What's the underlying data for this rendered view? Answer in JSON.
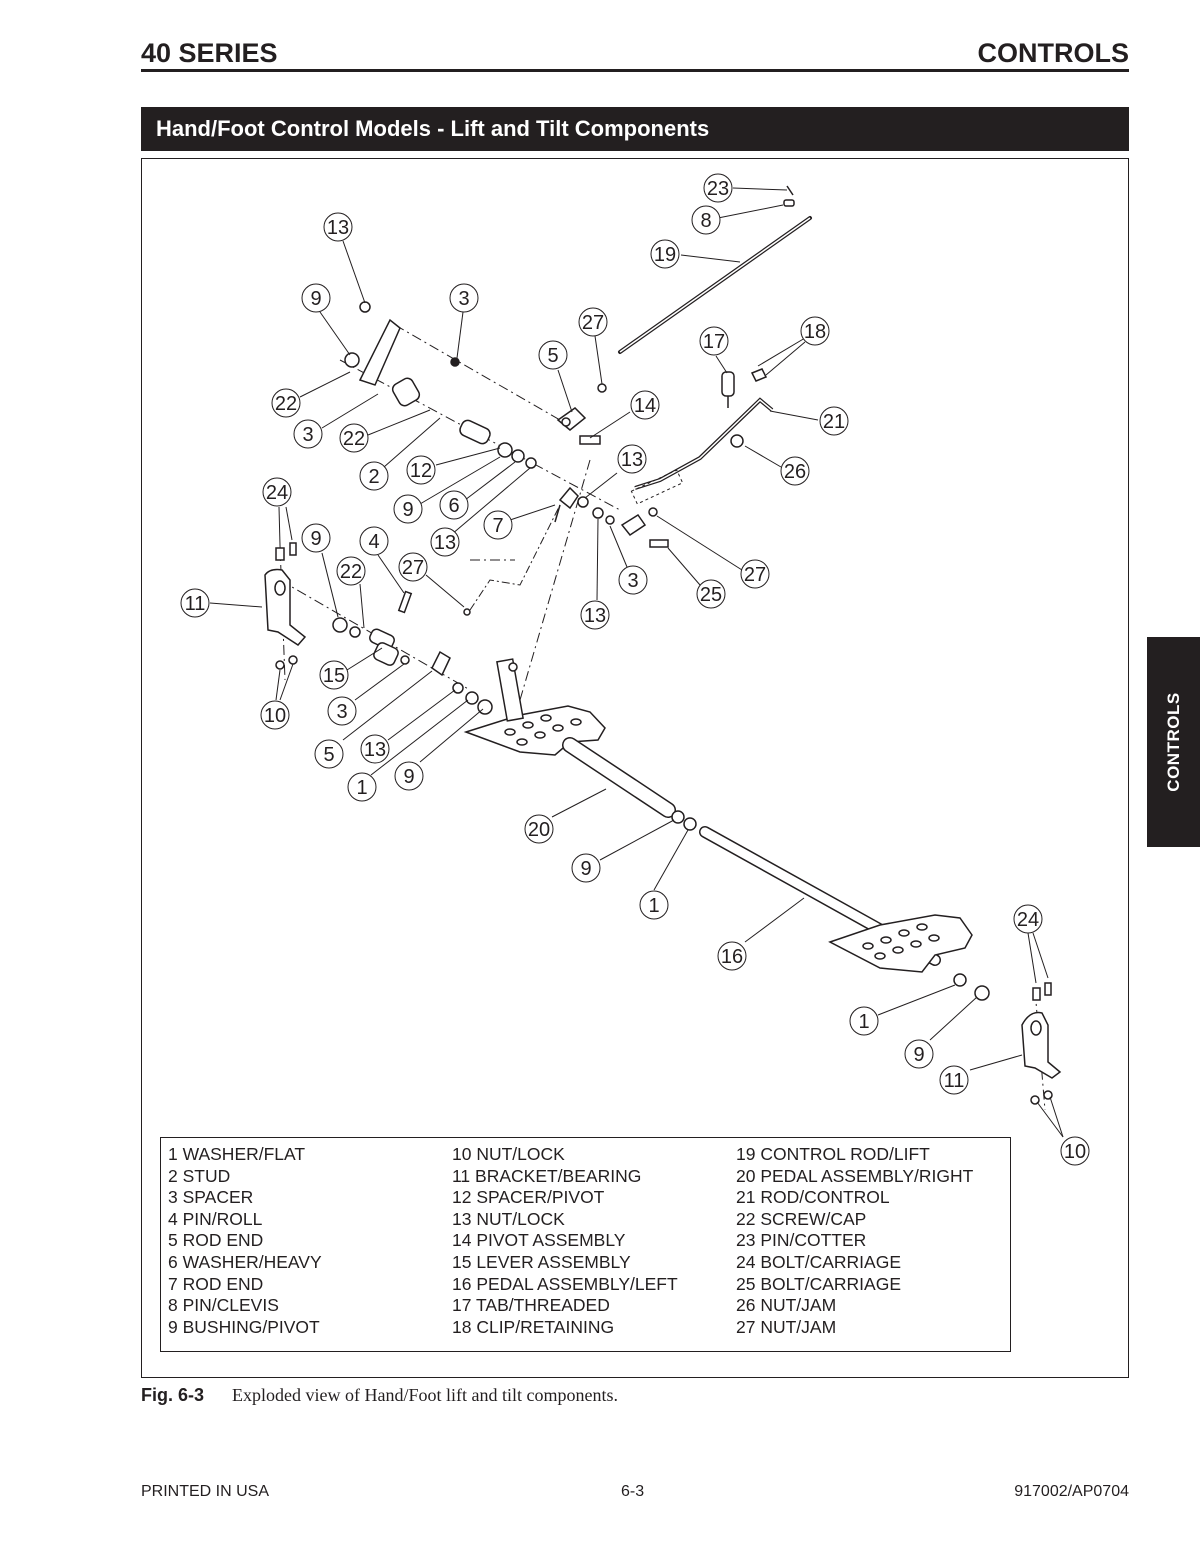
{
  "header": {
    "series": "40 SERIES",
    "section": "CONTROLS"
  },
  "title_bar": "Hand/Foot Control Models - Lift and Tilt Components",
  "callouts": [
    "23",
    "8",
    "19",
    "13",
    "9",
    "3",
    "27",
    "5",
    "17",
    "18",
    "22",
    "14",
    "3",
    "22",
    "21",
    "2",
    "12",
    "13",
    "26",
    "24",
    "9",
    "6",
    "7",
    "9",
    "4",
    "13",
    "22",
    "27",
    "3",
    "27",
    "11",
    "25",
    "13",
    "15",
    "10",
    "3",
    "5",
    "13",
    "1",
    "9",
    "20",
    "9",
    "1",
    "24",
    "16",
    "1",
    "9",
    "11",
    "10"
  ],
  "legend": {
    "col1": [
      "1 WASHER/FLAT",
      "2 STUD",
      "3 SPACER",
      "4 PIN/ROLL",
      "5 ROD END",
      "6 WASHER/HEAVY",
      "7 ROD END",
      "8 PIN/CLEVIS",
      "9 BUSHING/PIVOT"
    ],
    "col2": [
      "10 NUT/LOCK",
      "11 BRACKET/BEARING",
      "12 SPACER/PIVOT",
      "13 NUT/LOCK",
      "14 PIVOT ASSEMBLY",
      "15 LEVER ASSEMBLY",
      "16 PEDAL ASSEMBLY/LEFT",
      "17 TAB/THREADED",
      "18 CLIP/RETAINING"
    ],
    "col3": [
      "19 CONTROL ROD/LIFT",
      "20 PEDAL ASSEMBLY/RIGHT",
      "21 ROD/CONTROL",
      "22 SCREW/CAP",
      "23 PIN/COTTER",
      "24 BOLT/CARRIAGE",
      "25 BOLT/CARRIAGE",
      "26 NUT/JAM",
      "27 NUT/JAM"
    ]
  },
  "caption": {
    "number": "Fig. 6-3",
    "text": "Exploded view of Hand/Foot lift and tilt components."
  },
  "side_tab": "CONTROLS",
  "footer": {
    "left": "PRINTED IN USA",
    "center": "6-3",
    "right": "917002/AP0704"
  }
}
